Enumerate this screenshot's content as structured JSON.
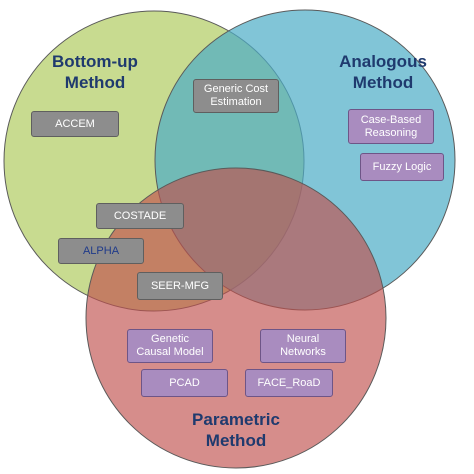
{
  "sets": {
    "bottom_up": {
      "title": "Bottom-up\nMethod",
      "color": "#b5cf6b"
    },
    "analogous": {
      "title": "Analogous\nMethod",
      "color": "#4bacc6"
    },
    "parametric": {
      "title": "Parametric\nMethod",
      "color": "#c0504d"
    }
  },
  "tags": {
    "generic_cost": "Generic Cost\nEstimation",
    "accem": "ACCEM",
    "costade": "COSTADE",
    "alpha": "ALPHA",
    "seer": "SEER-MFG",
    "case_based": "Case-Based\nReasoning",
    "fuzzy": "Fuzzy Logic",
    "genetic": "Genetic\nCausal Model",
    "neural": "Neural\nNetworks",
    "pcad": "PCAD",
    "face": "FACE_RoaD"
  },
  "colors": {
    "title_text": "#1f3a6e",
    "gray_tag": "#8d8d8d",
    "purple_tag": "#a98cbf"
  }
}
